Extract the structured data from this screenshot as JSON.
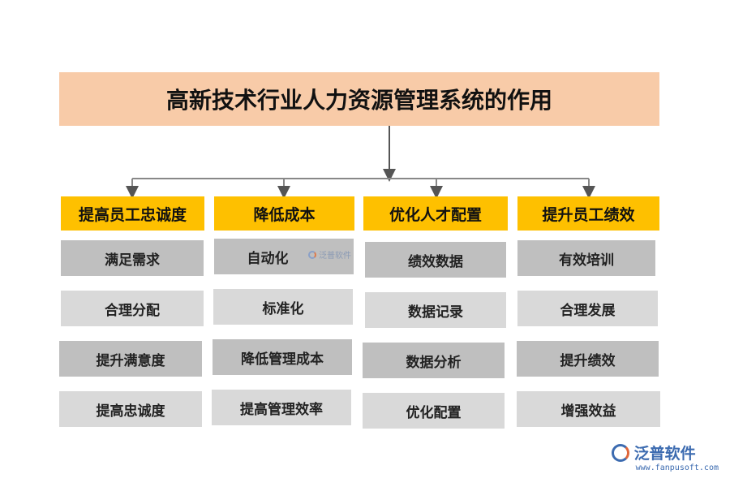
{
  "title": "高新技术行业人力资源管理系统的作用",
  "columns": [
    {
      "header": "提高员工忠诚度",
      "items": [
        "满足需求",
        "合理分配",
        "提升满意度",
        "提高忠诚度"
      ]
    },
    {
      "header": "降低成本",
      "items": [
        "自动化",
        "标准化",
        "降低管理成本",
        "提高管理效率"
      ]
    },
    {
      "header": "优化人才配置",
      "items": [
        "绩效数据",
        "数据记录",
        "数据分析",
        "优化配置"
      ]
    },
    {
      "header": "提升员工绩效",
      "items": [
        "有效培训",
        "合理发展",
        "提升绩效",
        "增强效益"
      ]
    }
  ],
  "watermark_inline": "泛普软件",
  "brand": {
    "name": "泛普软件",
    "url": "www.fanpusoft.com"
  },
  "colors": {
    "title_bg": "#f8cba8",
    "header_bg": "#fec000",
    "item_bg": "#d9d9d9",
    "item_dark_bg": "#bfbfbf",
    "line": "#555555",
    "brand": "#3c6bb0"
  }
}
